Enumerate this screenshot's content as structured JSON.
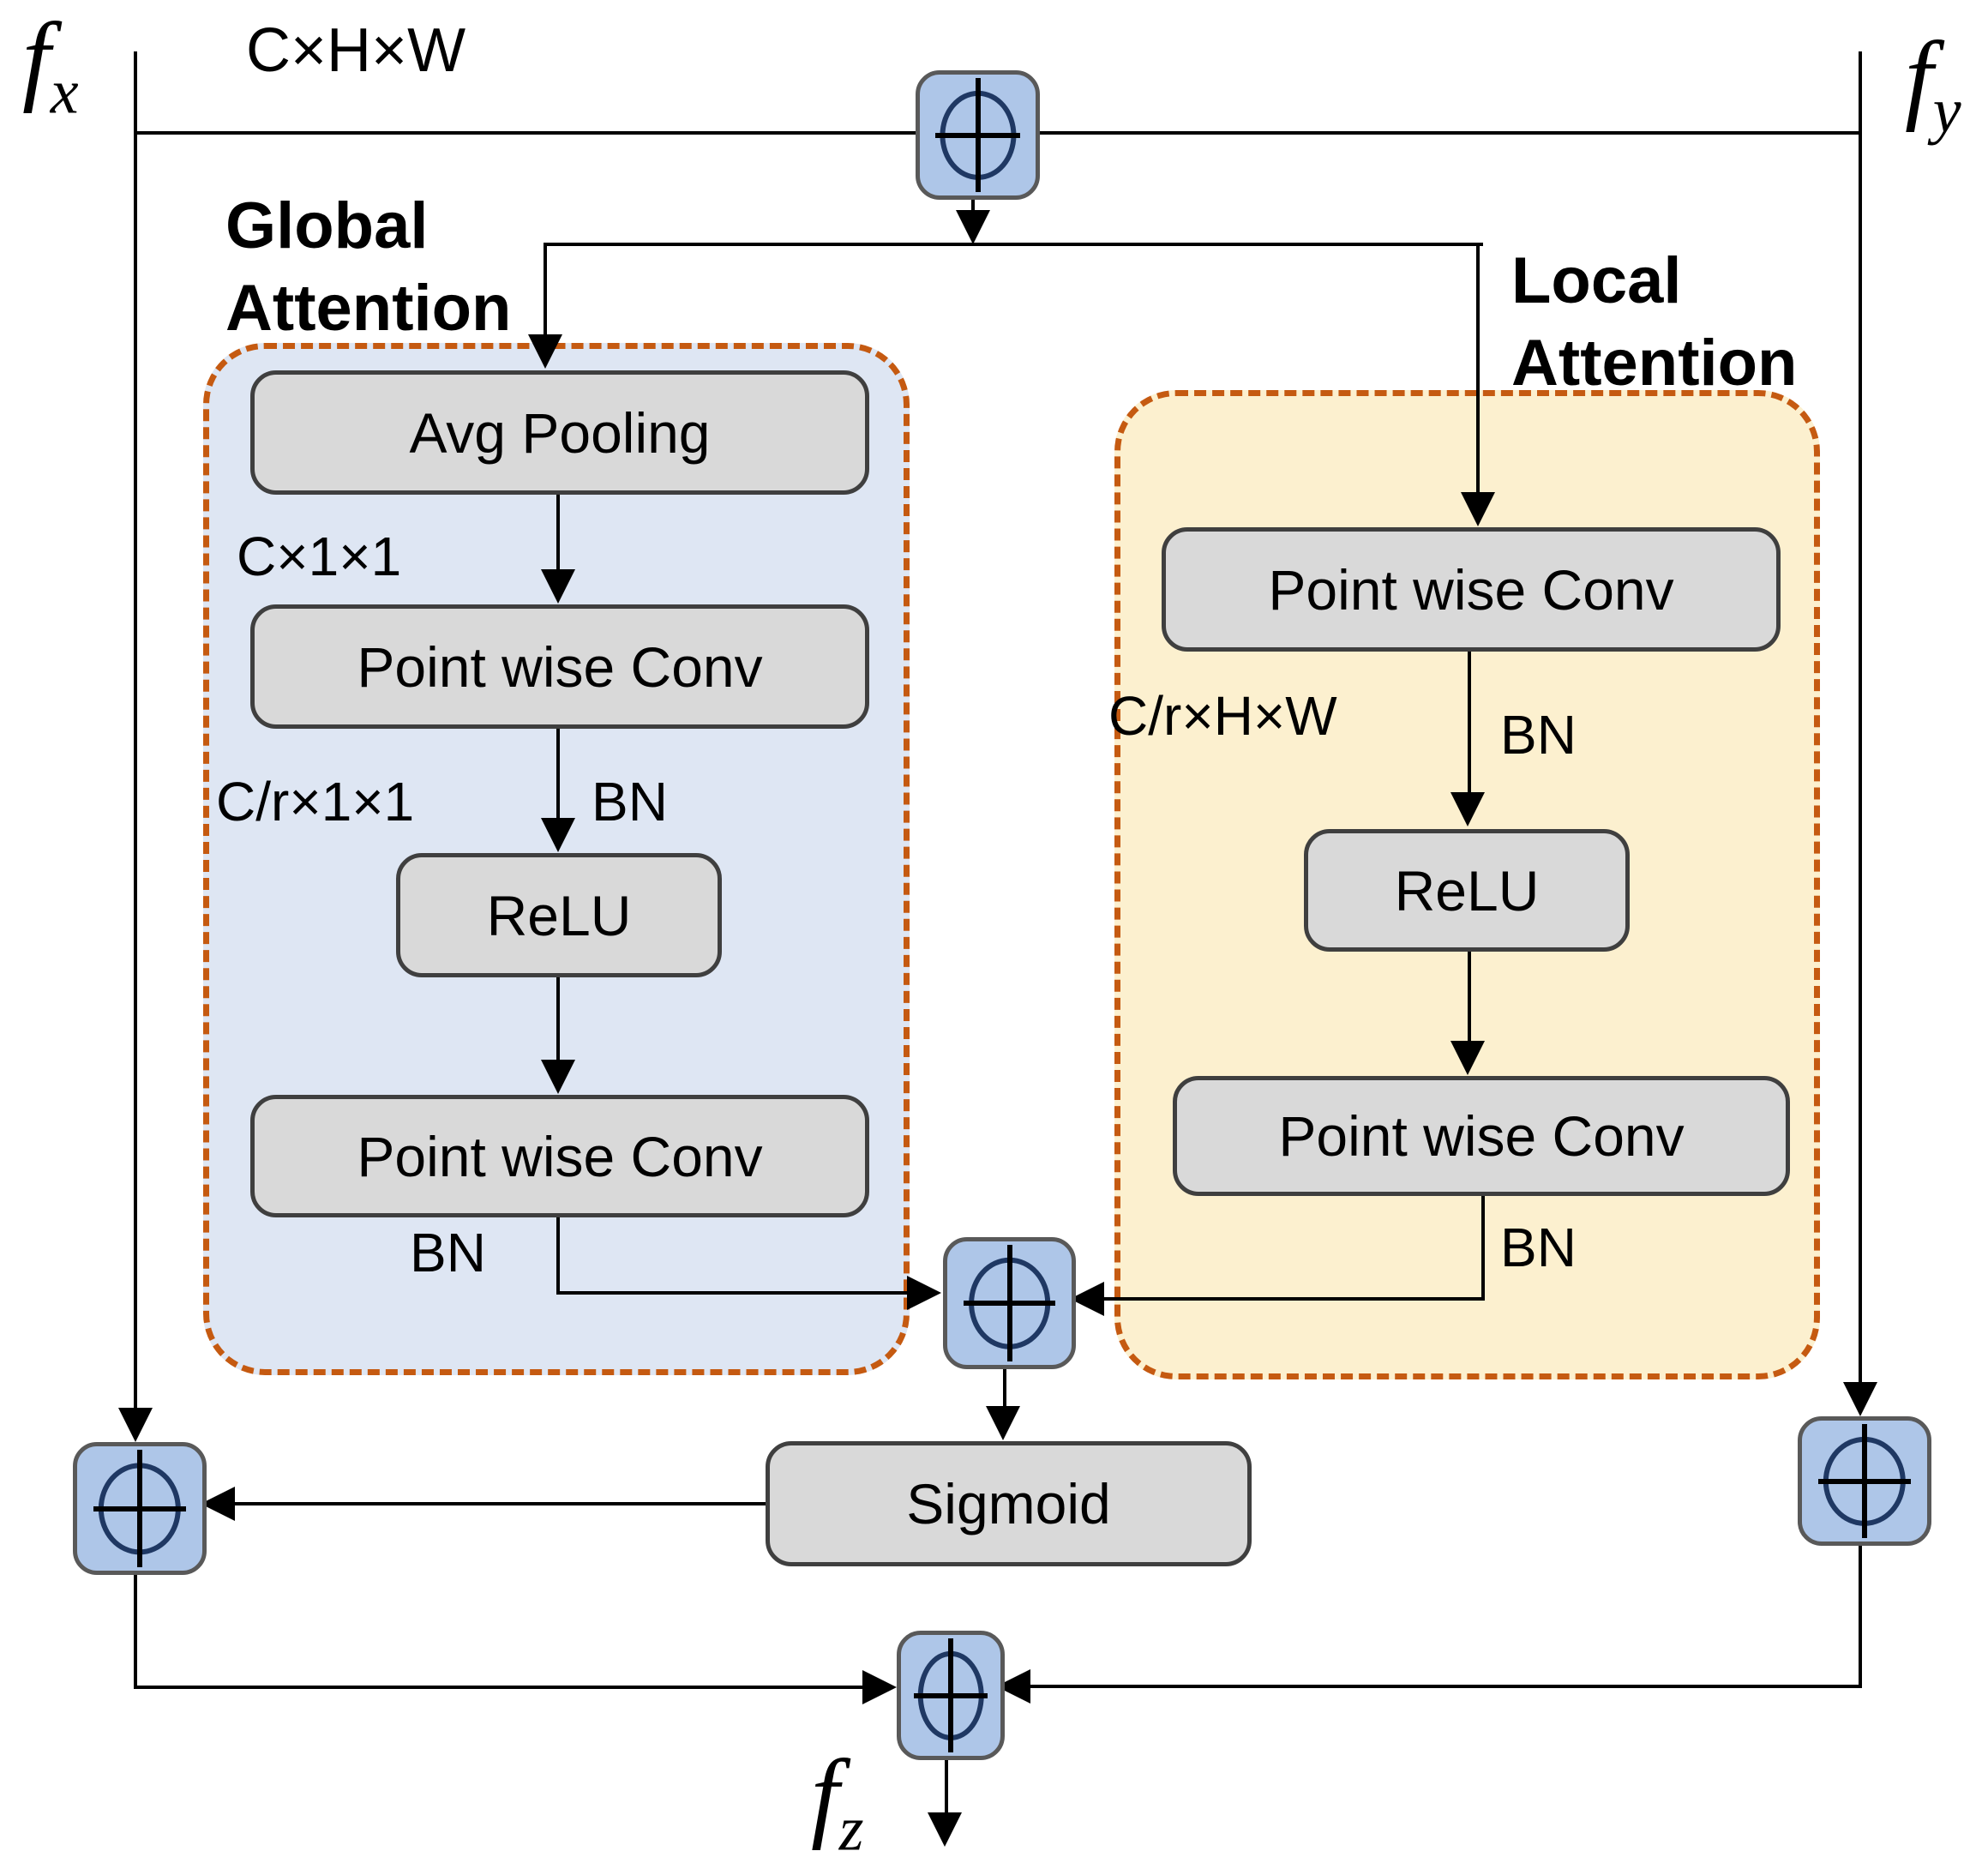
{
  "labels": {
    "fx_base": "f",
    "fx_sub": "x",
    "fy_base": "f",
    "fy_sub": "y",
    "fz_base": "f",
    "fz_sub": "z",
    "input_dims": "C×H×W"
  },
  "global_branch": {
    "title_line1": "Global",
    "title_line2": "Attention",
    "node_avg_pooling": "Avg Pooling",
    "node_pwconv1": "Point wise Conv",
    "node_relu": "ReLU",
    "node_pwconv2": "Point wise Conv",
    "dim_after_pool": "C×1×1",
    "dim_after_conv": "C/r×1×1",
    "bn_mid": "BN",
    "bn_out": "BN"
  },
  "local_branch": {
    "title_line1": "Local",
    "title_line2": "Attention",
    "node_pwconv1": "Point wise Conv",
    "node_relu": "ReLU",
    "node_pwconv2": "Point wise Conv",
    "dim_after_conv": "C/r×H×W",
    "bn_mid": "BN",
    "bn_out": "BN"
  },
  "fusion": {
    "node_sigmoid": "Sigmoid",
    "operator_type": "add-circle"
  },
  "colors": {
    "op_box_fill": "#aec6e8",
    "op_box_border": "#595959",
    "op_circle_stroke": "#1f3863",
    "node_fill": "#d9d9d9",
    "node_border": "#3f3f3f",
    "global_box_fill": "#dee6f3",
    "local_box_fill": "#fcf0cf",
    "dashed_border": "#c55a11",
    "line_color": "#000000",
    "background": "#ffffff"
  }
}
